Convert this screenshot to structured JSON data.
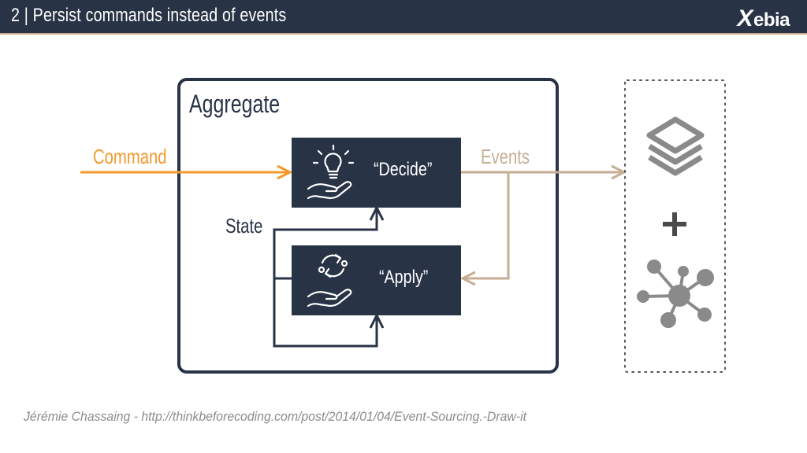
{
  "header": {
    "title": "2 | Persist commands instead of events",
    "logo_text": "Xebia"
  },
  "diagram": {
    "aggregate_label": "Aggregate",
    "command_label": "Command",
    "events_label": "Events",
    "state_label": "State",
    "decide_label": "“Decide”",
    "apply_label": "“Apply”",
    "icons": [
      "lightbulb-hand-icon",
      "cycle-hand-icon",
      "database-stack-icon",
      "plus-icon",
      "network-graph-icon"
    ]
  },
  "footer": {
    "citation": "Jérémie Chassaing - http://thinkbeforecoding.com/post/2014/01/04/Event-Sourcing.-Draw-it"
  },
  "colors": {
    "navy": "#283346",
    "orange": "#f39a2c",
    "tan": "#c6ae94",
    "gray": "#8a8a8a"
  }
}
